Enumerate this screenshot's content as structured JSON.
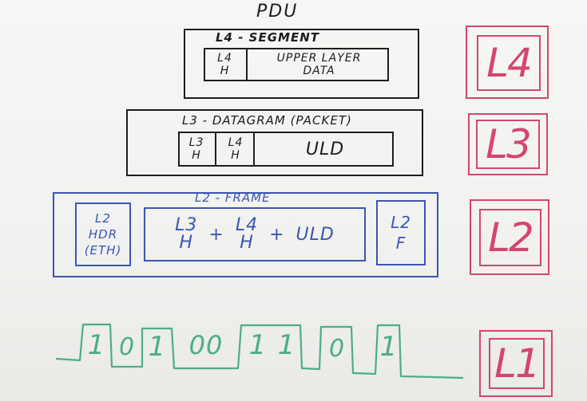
{
  "pdu_title": "PDU",
  "l4": {
    "name": "L4 - SEGMENT",
    "header": [
      "L4",
      "H"
    ],
    "data": [
      "UPPER LAYER",
      "DATA"
    ],
    "badge": "L4"
  },
  "l3": {
    "name": "L3 - DATAGRAM (PACKET)",
    "cells": [
      [
        "L3",
        "H"
      ],
      [
        "L4",
        "H"
      ]
    ],
    "data": "ULD",
    "badge": "L3"
  },
  "l2": {
    "name": "L2 - FRAME",
    "header": [
      "L2",
      "HDR",
      "(ETH)"
    ],
    "payload": {
      "l3": [
        "L3",
        "H"
      ],
      "plus1": "+",
      "l4": [
        "L4",
        "H"
      ],
      "plus2": "+",
      "uld": "ULD"
    },
    "footer": [
      "L2",
      "F"
    ],
    "badge": "L2"
  },
  "l1": {
    "bits": [
      "1",
      "0",
      "1",
      "00",
      "1",
      "1",
      "0",
      "1"
    ],
    "badge": "L1"
  }
}
